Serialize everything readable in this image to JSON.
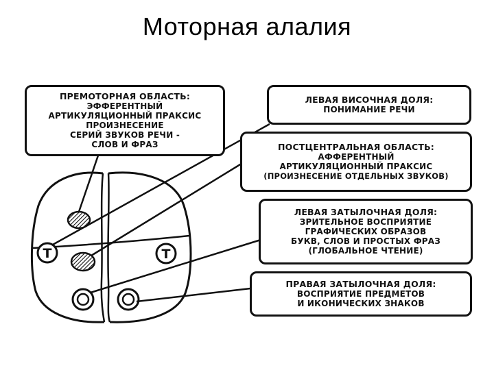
{
  "title": "Моторная алалия",
  "colors": {
    "ink": "#111111",
    "background": "#ffffff"
  },
  "brain": {
    "temporal_label": "T",
    "occipital_label": "O"
  },
  "boxes": {
    "premotor": {
      "heading": "ПРЕМОТОРНАЯ ОБЛАСТЬ:",
      "lines": [
        "ЭФФЕРЕНТНЫЙ",
        "АРТИКУЛЯЦИОННЫЙ ПРАКСИС",
        "ПРОИЗНЕСЕНИЕ",
        "СЕРИЙ ЗВУКОВ РЕЧИ -",
        "СЛОВ И ФРАЗ"
      ]
    },
    "left_temporal": {
      "heading": "ЛЕВАЯ ВИСОЧНАЯ ДОЛЯ:",
      "lines": [
        "ПОНИМАНИЕ РЕЧИ"
      ]
    },
    "postcentral": {
      "heading": "ПОСТЦЕНТРАЛЬНАЯ ОБЛАСТЬ:",
      "lines": [
        "АФФЕРЕНТНЫЙ",
        "АРТИКУЛЯЦИОННЫЙ ПРАКСИС",
        "(ПРОИЗНЕСЕНИЕ ОТДЕЛЬНЫХ ЗВУКОВ)"
      ]
    },
    "left_occipital": {
      "heading": "ЛЕВАЯ ЗАТЫЛОЧНАЯ ДОЛЯ:",
      "lines": [
        "ЗРИТЕЛЬНОЕ ВОСПРИЯТИЕ",
        "ГРАФИЧЕСКИХ ОБРАЗОВ",
        "БУКВ, СЛОВ И ПРОСТЫХ ФРАЗ",
        "(ГЛОБАЛЬНОЕ ЧТЕНИЕ)"
      ]
    },
    "right_occipital": {
      "heading": "ПРАВАЯ ЗАТЫЛОЧНАЯ ДОЛЯ:",
      "lines": [
        "ВОСПРИЯТИЕ ПРЕДМЕТОВ",
        "И ИКОНИЧЕСКИХ ЗНАКОВ"
      ]
    }
  }
}
